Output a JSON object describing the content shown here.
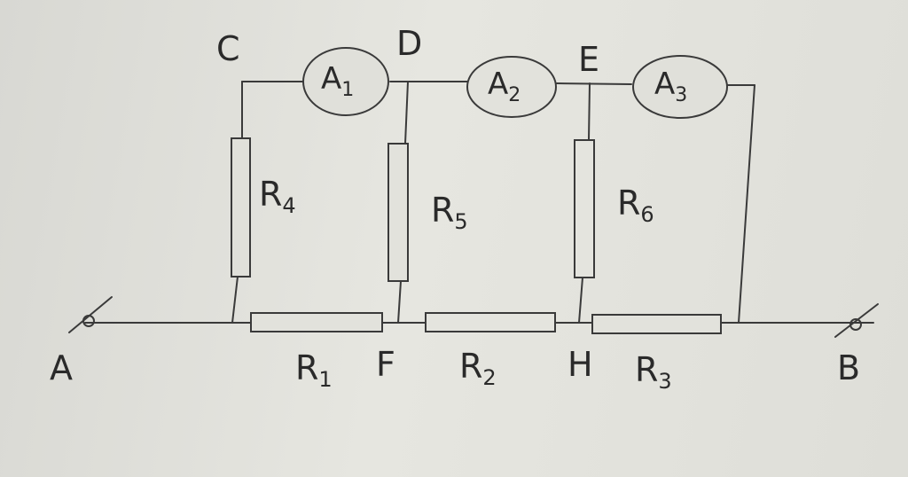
{
  "nodes": {
    "A": "A",
    "B": "B",
    "C": "C",
    "D": "D",
    "E": "E",
    "F": "F",
    "H": "H"
  },
  "resistors": [
    {
      "letter": "R",
      "index": "1"
    },
    {
      "letter": "R",
      "index": "2"
    },
    {
      "letter": "R",
      "index": "3"
    },
    {
      "letter": "R",
      "index": "4"
    },
    {
      "letter": "R",
      "index": "5"
    },
    {
      "letter": "R",
      "index": "6"
    }
  ],
  "ammeters": [
    {
      "letter": "A",
      "index": "1"
    },
    {
      "letter": "A",
      "index": "2"
    },
    {
      "letter": "A",
      "index": "3"
    }
  ]
}
